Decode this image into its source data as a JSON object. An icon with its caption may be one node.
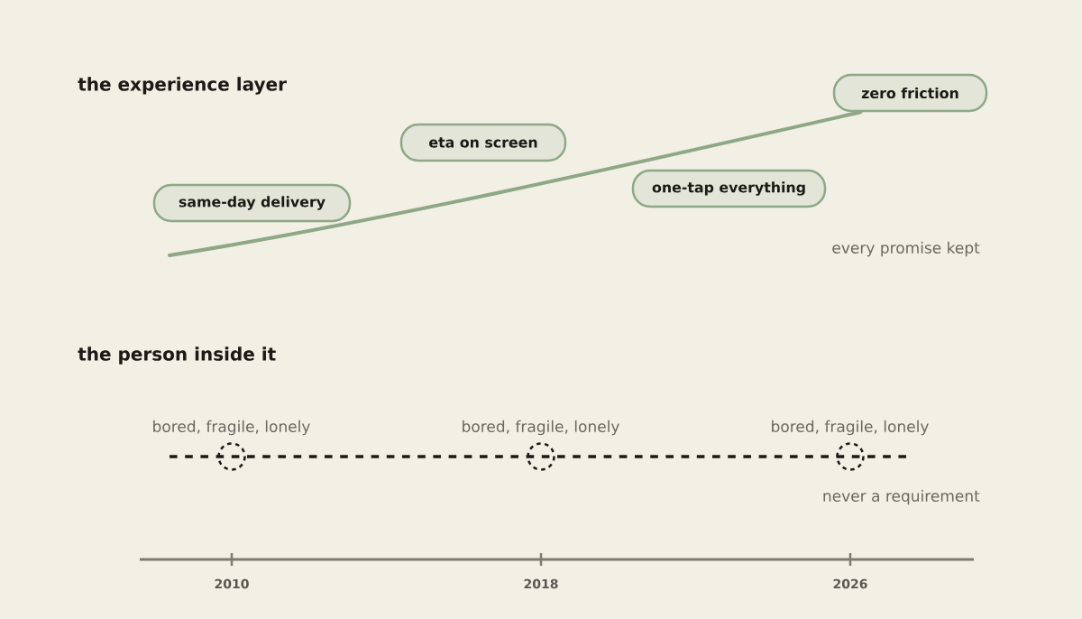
{
  "diagram": {
    "nodes": [
      {
        "text": [
          "same-day delivery"
        ]
      },
      {
        "text": [
          "eta on screen"
        ]
      },
      {
        "text": [
          "one-tap everything"
        ]
      },
      {
        "text": [
          "zero friction"
        ]
      }
    ],
    "edges": [
      {
        "from": null,
        "to": 3,
        "arrow": "none"
      }
    ],
    "labels": [
      "the experience layer",
      "every promise kept",
      "the person inside it",
      "bored, fragile, lonely",
      "bored, fragile, lonely",
      "bored, fragile, lonely",
      "never a requirement",
      "2010",
      "2018",
      "2026"
    ]
  }
}
